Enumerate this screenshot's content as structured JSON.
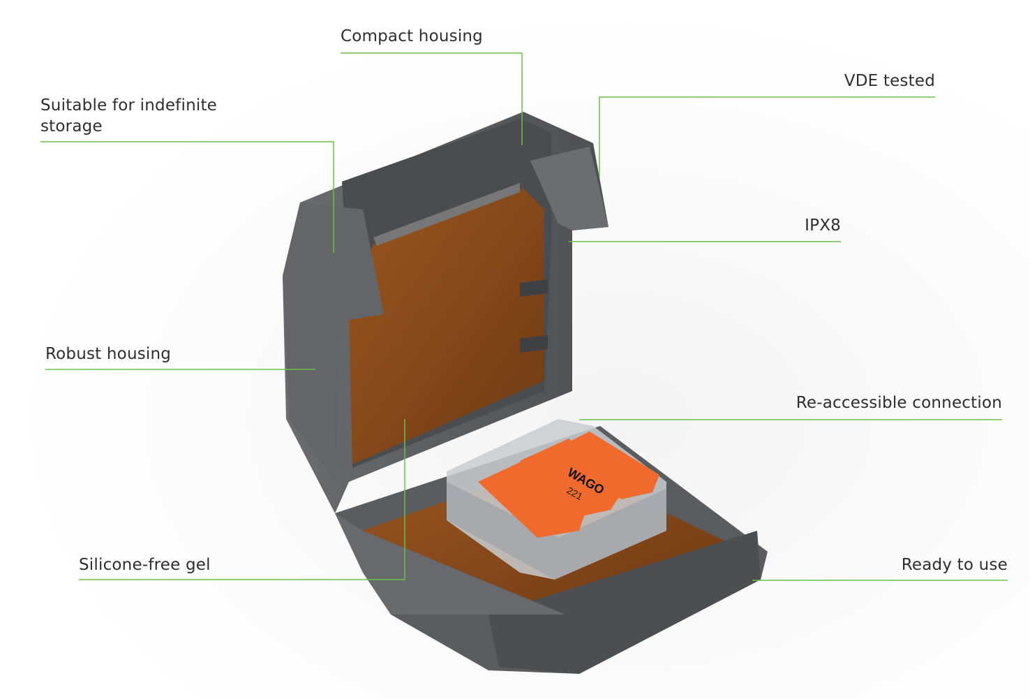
{
  "callouts": {
    "compact_housing": "Compact housing",
    "indefinite_storage_line1": "Suitable for indefinite",
    "indefinite_storage_line2": "storage",
    "vde_tested": "VDE tested",
    "ipx8": "IPX8",
    "robust_housing": "Robust housing",
    "re_accessible": "Re-accessible connection",
    "silicone_free_gel": "Silicone-free gel",
    "ready_to_use": "Ready to use"
  },
  "product": {
    "brand_logo": "WAGO",
    "model": "221"
  },
  "colors": {
    "leader_line": "#6cc04a",
    "housing": "#5b5d60",
    "gel": "#8a4a1c",
    "lever": "#f06a2e"
  }
}
